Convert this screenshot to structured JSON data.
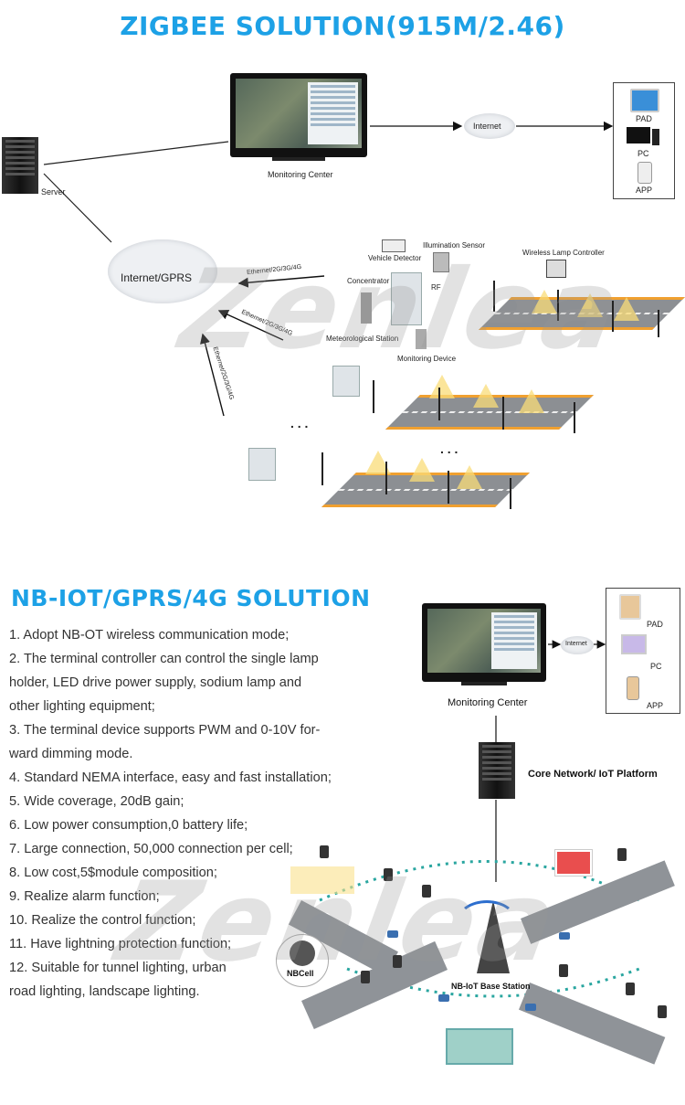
{
  "zigbee": {
    "title": "ZIGBEE SOLUTION(915M/2.46)",
    "labels": {
      "server": "Server",
      "monitoring_center": "Monitoring Center",
      "internet": "Internet",
      "pad": "PAD",
      "pc": "PC",
      "app": "APP",
      "internet_gprs": "Internet/GPRS",
      "ethernet_1": "Ethernet/2G/3G/4G",
      "ethernet_2": "Ethernet/2G/3G/4G",
      "ethernet_3": "Ethernet/2G/3G/4G",
      "illumination_sensor": "Illumination Sensor",
      "vehicle_detector": "Vehicle Detector",
      "concentrator": "Concentrator",
      "rf": "RF",
      "meteorological_station": "Meteorological Station",
      "monitoring_device": "Monitoring Device",
      "wireless_lamp_controller": "Wireless Lamp Controller",
      "ellipsis_1": ". . .",
      "ellipsis_2": ". . ."
    }
  },
  "nbiot": {
    "title": "NB-IOT/GPRS/4G SOLUTION",
    "features": [
      "1. Adopt NB-OT wireless communication mode;",
      "2. The terminal controller can control the single lamp",
      "holder, LED drive power supply, sodium lamp and",
      "other lighting equipment;",
      "3. The terminal device supports PWM and 0-10V for-",
      "ward dimming mode.",
      "4. Standard NEMA interface, easy and fast installation;",
      "5. Wide coverage, 20dB gain;",
      "6. Low power consumption,0 battery life;",
      "7. Large connection, 50,000 connection per cell;",
      "8. Low cost,5$module composition;",
      "9. Realize alarm function;",
      "10. Realize the control function;",
      "11. Have lightning protection function;",
      "12. Suitable for tunnel lighting, urban",
      "road lighting, landscape lighting."
    ],
    "labels": {
      "monitoring_center": "Monitoring Center",
      "internet": "Internet",
      "pad": "PAD",
      "pc": "PC",
      "app": "APP",
      "core_network": "Core Network/ IoT Platform",
      "nbcell": "NBCell",
      "base_station": "NB-IoT Base Station"
    }
  },
  "watermark": "Zenlea",
  "colors": {
    "title_blue": "#1da1e6",
    "road_edge": "#f0a030",
    "beam": "#fadc78"
  }
}
